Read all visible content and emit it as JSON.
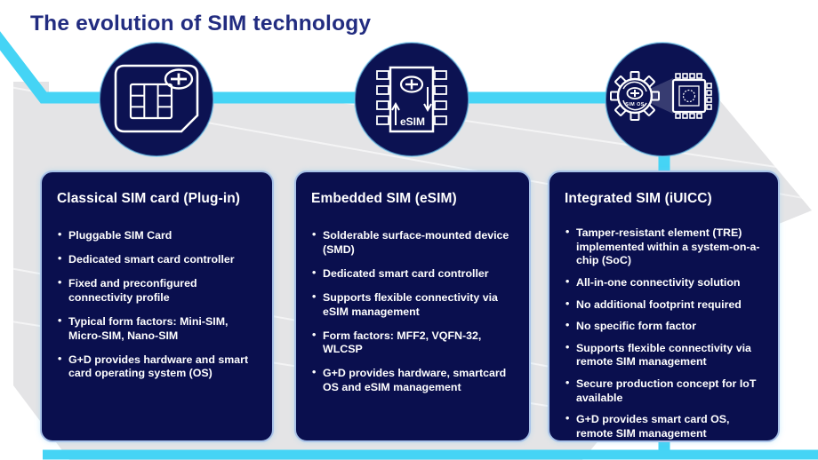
{
  "title": "The evolution of SIM technology",
  "colors": {
    "navy_card": "#0a0f4e",
    "navy_circle": "#0c1252",
    "cyan_line": "#45d4f5",
    "title_text": "#222c80",
    "background_gray": "#e4e4e6",
    "card_text": "#ffffff"
  },
  "icons": {
    "stage1": {
      "name": "sim-card-icon"
    },
    "stage2": {
      "name": "esim-chip-icon",
      "label": "eSIM"
    },
    "stage3": {
      "name": "gear-to-chip-icon",
      "label": "SIM OS"
    },
    "brand": {
      "name": "gd-logo-icon"
    }
  },
  "cards": [
    {
      "title": "Classical SIM card (Plug-in)",
      "bullets": [
        "Pluggable SIM Card",
        "Dedicated smart card controller",
        "Fixed and preconfigured connectivity profile",
        "Typical form factors: Mini-SIM, Micro-SIM, Nano-SIM",
        "G+D provides hardware and smart card operating system (OS)"
      ]
    },
    {
      "title": "Embedded SIM (eSIM)",
      "bullets": [
        "Solderable surface-mounted device (SMD)",
        "Dedicated smart card controller",
        "Supports flexible connectivity via eSIM management",
        "Form factors: MFF2, VQFN-32, WLCSP",
        "G+D provides hardware, smartcard OS and eSIM management"
      ]
    },
    {
      "title": "Integrated SIM (iUICC)",
      "bullets": [
        "Tamper-resistant element (TRE) implemented within a system-on-a-chip (SoC)",
        "All-in-one connectivity solution",
        "No additional footprint required",
        "No specific form factor",
        "Supports flexible connectivity via remote SIM management",
        "Secure production concept for IoT available",
        "G+D provides smart card OS, remote SIM management"
      ]
    }
  ]
}
